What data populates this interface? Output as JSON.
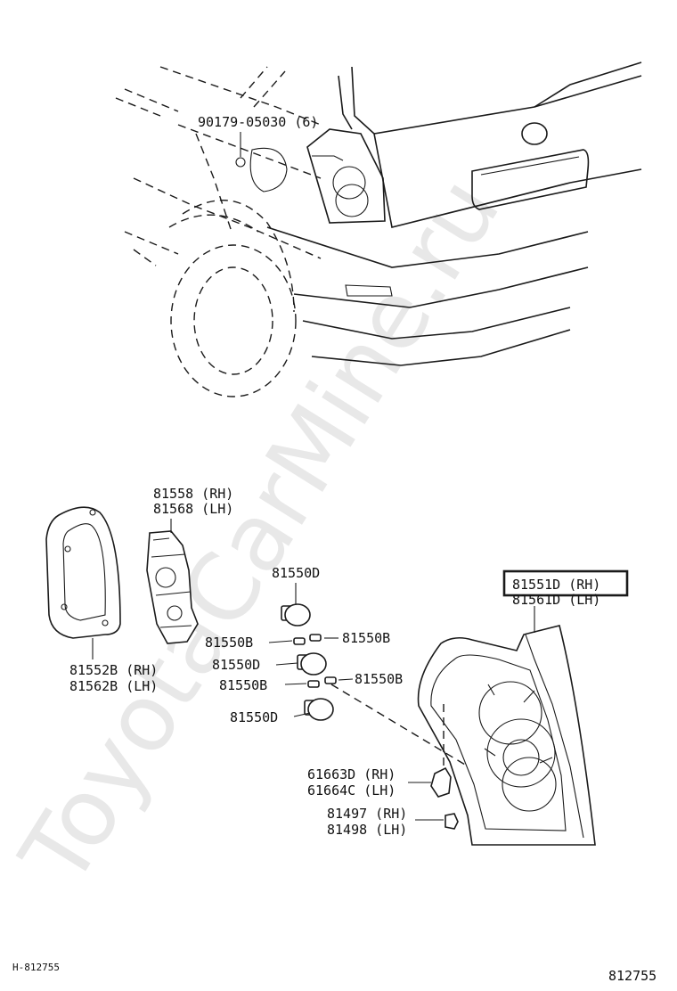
{
  "watermark": "ToyotaCarMine.ru",
  "diagram_code": "H-812755",
  "figure_number": "812755",
  "callouts": {
    "bolt": "90179-05030 (6)",
    "socket_rh": "81558 (RH)",
    "socket_lh": "81568 (LH)",
    "gasket_rh": "81552B (RH)",
    "gasket_lh": "81562B (LH)",
    "bulb_d1": "81550D",
    "bulb_d2": "81550D",
    "bulb_d3": "81550D",
    "bulb_b1": "81550B",
    "bulb_b2": "81550B",
    "bulb_b3": "81550B",
    "bulb_b4": "81550B",
    "lamp_rh": "81551D (RH)",
    "lamp_lh": "81561D (LH)",
    "clip_rh": "61663D (RH)",
    "clip_lh": "61664C (LH)",
    "nut_rh": "81497 (RH)",
    "nut_lh": "81498 (LH)"
  }
}
